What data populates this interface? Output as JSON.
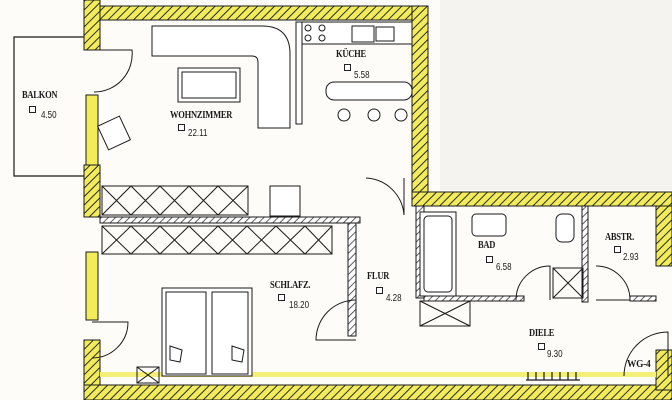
{
  "plan": {
    "unit_label": "WG-4",
    "colors": {
      "wall_fill": "#f2ec5a",
      "wall_hatch": "#2a2a2a",
      "paper": "#fdfcf8",
      "line": "#1a1a1a"
    },
    "rooms": [
      {
        "id": "balkon",
        "name": "BALKON",
        "area": "4.50"
      },
      {
        "id": "wohnzimmer",
        "name": "WOHNZIMMER",
        "area": "22.11"
      },
      {
        "id": "kueche",
        "name": "KÜCHE",
        "area": "5.58"
      },
      {
        "id": "schlafzimmer",
        "name": "SCHLAFZ.",
        "area": "18.20"
      },
      {
        "id": "flur",
        "name": "FLUR",
        "area": "4.28"
      },
      {
        "id": "bad",
        "name": "BAD",
        "area": "6.58"
      },
      {
        "id": "abstellraum",
        "name": "ABSTR.",
        "area": "2.93"
      },
      {
        "id": "diele",
        "name": "DIELE",
        "area": "9.30"
      }
    ]
  }
}
